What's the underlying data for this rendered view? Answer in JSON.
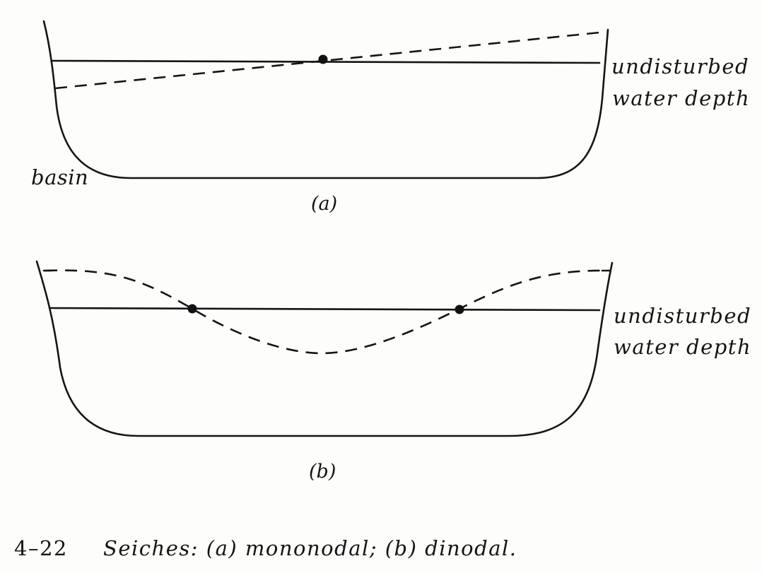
{
  "figure": {
    "panel_a": {
      "label": "(a)",
      "basin_label": "basin",
      "depth_label_line1": "undisturbed",
      "depth_label_line2": "water depth",
      "nodes": 1
    },
    "panel_b": {
      "label": "(b)",
      "depth_label_line1": "undisturbed",
      "depth_label_line2": "water depth",
      "nodes": 2
    },
    "caption": {
      "number": "4–22",
      "text": "Seiches: (a) mononodal; (b) dinodal."
    }
  },
  "colors": {
    "ink": "#151515",
    "paper": "#fdfdfb"
  }
}
